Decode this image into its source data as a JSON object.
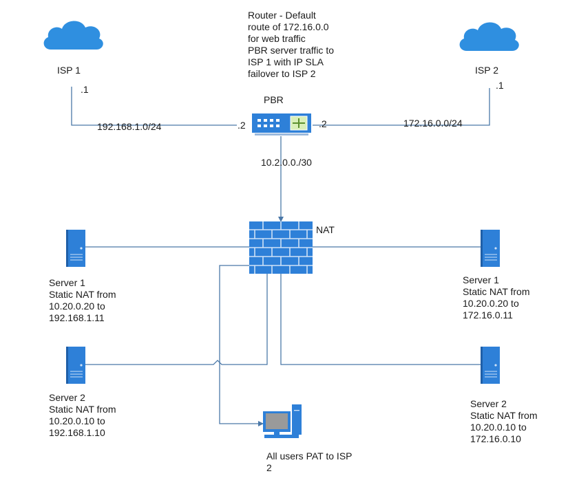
{
  "router": {
    "note": "Router - Default\nroute of 172.16.0.0\nfor web traffic\nPBR server traffic to\nISP 1 with IP SLA\nfailover to ISP 2",
    "label": "PBR",
    "left_port": ".2",
    "right_port": ".2"
  },
  "isp1": {
    "label": "ISP 1",
    "host": ".1",
    "subnet": "192.168.1.0/24"
  },
  "isp2": {
    "label": "ISP 2",
    "host": ".1",
    "subnet": "172.16.0.0/24"
  },
  "transit_subnet": "10.2.0.0./30",
  "firewall": {
    "label": "NAT"
  },
  "servers": {
    "left_1": "Server 1\nStatic NAT from\n10.20.0.20 to\n192.168.1.11",
    "left_2": "Server 2\nStatic NAT from\n10.20.0.10 to\n192.168.1.10",
    "right_1": "Server 1\nStatic NAT from\n10.20.0.20 to\n172.16.0.11",
    "right_2": "Server 2\nStatic NAT from\n10.20.0.10 to\n172.16.0.10"
  },
  "users": {
    "label": "All users PAT to ISP\n2"
  },
  "colors": {
    "cloud": "#2f8fe0",
    "device": "#2e80d8",
    "device_dark": "#1f5fa8",
    "link": "#4a78a8",
    "monitor_screen": "#9a9a9a"
  }
}
